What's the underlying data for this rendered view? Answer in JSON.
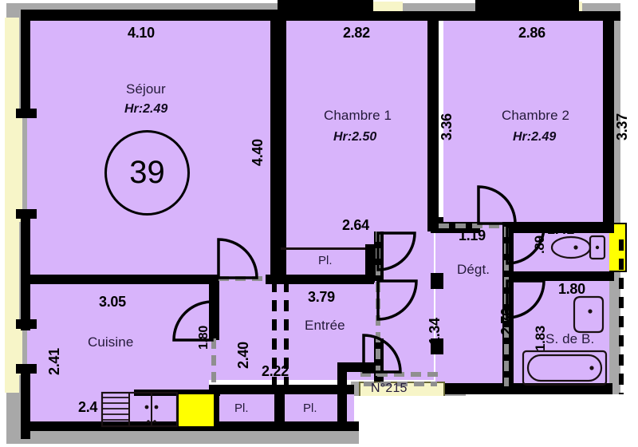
{
  "plan": {
    "unit_marker": "39",
    "door_number": "N°215",
    "colors": {
      "room_fill": "#d8b4fb",
      "wall": "#000000",
      "structure": "#a8a8a8",
      "window_cream": "#f7f5c8",
      "window_yellow": "#ffff00",
      "text": "#241a3a"
    }
  },
  "rooms": {
    "sejour": {
      "name": "Séjour",
      "hr": "Hr:2.49",
      "width": "4.10",
      "height": "4.40"
    },
    "chambre1": {
      "name": "Chambre 1",
      "hr": "Hr:2.50",
      "width": "2.82",
      "height": "3.36"
    },
    "chambre2": {
      "name": "Chambre 2",
      "hr": "Hr:2.49",
      "width": "2.86",
      "height": "3.37"
    },
    "cuisine": {
      "name": "Cuisine",
      "width": "3.05",
      "height": "2.41",
      "counter_dim": "2.4"
    },
    "entree": {
      "name": "Entrée",
      "width": "3.79",
      "height": "2.22"
    },
    "degt": {
      "name": "Dégt.",
      "width": "1.19",
      "height": "2.76"
    },
    "sdb": {
      "name": "S. de B.",
      "width": "1.80",
      "height": "1.83"
    },
    "wc": {
      "name": "",
      "width": "1.41",
      "height": ".89"
    }
  },
  "closets": {
    "upper": {
      "label": "Pl.",
      "dim": "2.64"
    },
    "lower1": {
      "label": "Pl."
    },
    "lower2": {
      "label": "Pl."
    }
  },
  "dimensions": {
    "sejour_w": "4.10",
    "sejour_h": "4.40",
    "chambre1_w": "2.82",
    "chambre1_h": "3.36",
    "chambre2_w": "2.86",
    "chambre2_h": "3.37",
    "cuisine_w": "3.05",
    "cuisine_h": "2.41",
    "cuisine_counter": "2.4",
    "closet_upper": "2.64",
    "entree_w": "3.79",
    "entree_h": "2.22",
    "degt_w": "1.19",
    "degt_h": "2.76",
    "wc_w": "1.41",
    "wc_h": ".89",
    "sdb_w": "1.80",
    "sdb_h": "1.83",
    "door_kitchen": "1.80",
    "passage_240": "2.40",
    "passage_134": "1.34"
  }
}
